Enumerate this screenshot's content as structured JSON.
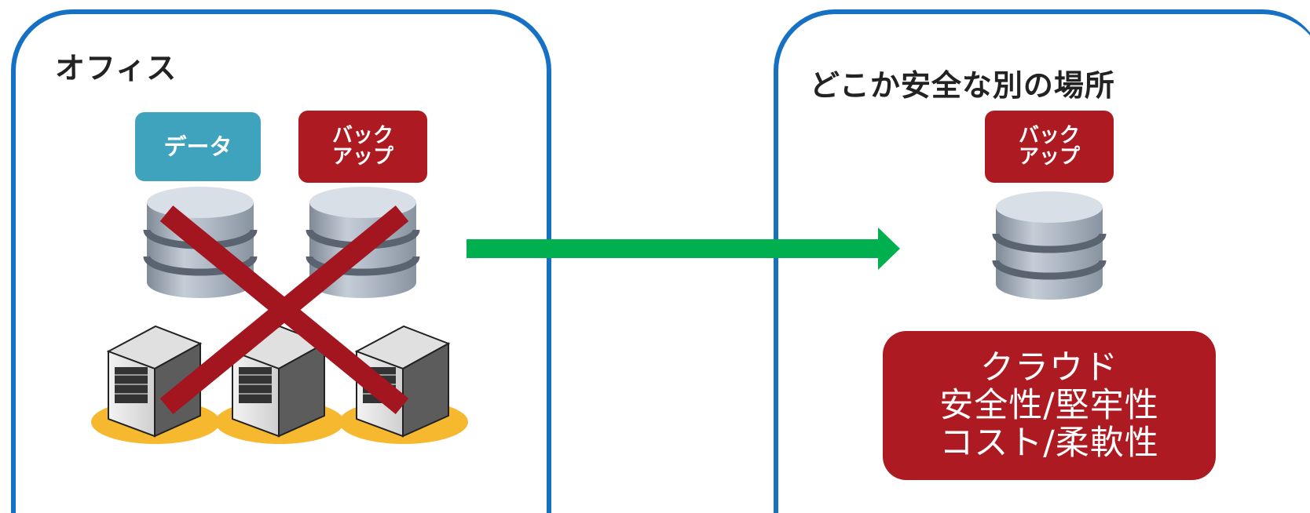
{
  "office": {
    "title": "オフィス",
    "data_label": "データ",
    "backup_label": "バック\nアップ"
  },
  "remote": {
    "title": "どこか安全な別の場所",
    "backup_label": "バック\nアップ",
    "cloud": {
      "line1": "クラウド",
      "line2": "安全性/堅牢性",
      "line3": "コスト/柔軟性"
    }
  },
  "colors": {
    "panel_border": "#1670c4",
    "label_teal": "#3fa3bd",
    "label_crimson": "#ad1a22",
    "arrow_green": "#00b04f",
    "cross_red": "#a3161f",
    "server_base": "#f6b82e"
  }
}
